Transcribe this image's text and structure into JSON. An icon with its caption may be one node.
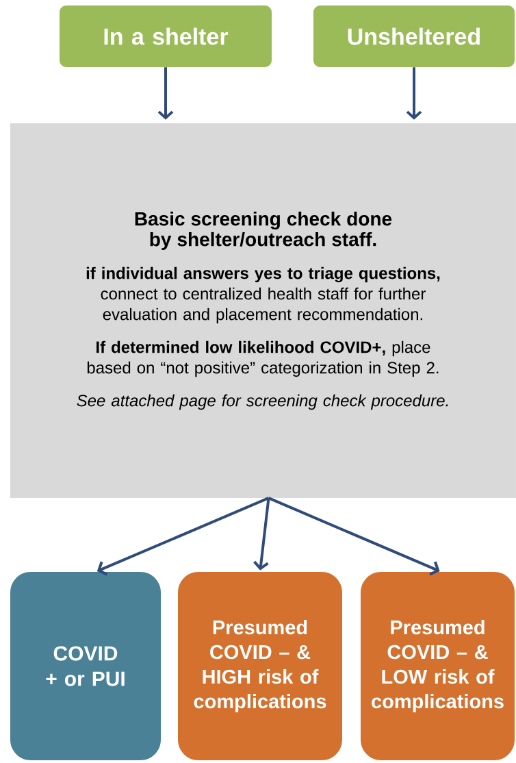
{
  "diagram": {
    "nodes": [
      {
        "text": [
          "In a shelter"
        ]
      },
      {
        "text": [
          "Unsheltered"
        ]
      },
      {
        "text": [
          "Basic screening check done by shelter/outreach staff.",
          "**if individual answers yes to triage questions,** connect to centralized health staff for further evaluation and placement recommendation.",
          "**If determined low likelihood COVID+,** place based on “not positive” categorization in Step 2.",
          "See attached page for screening check procedure."
        ]
      },
      {
        "text": [
          "COVID + or PUI"
        ]
      },
      {
        "text": [
          "Presumed COVID – & HIGH risk of complications"
        ]
      },
      {
        "text": [
          "Presumed COVID – & LOW risk of complications"
        ]
      }
    ],
    "edges": [
      {
        "from": 0,
        "to": 2,
        "arrow": "to"
      },
      {
        "from": 1,
        "to": 2,
        "arrow": "to"
      },
      {
        "from": 2,
        "to": 3,
        "arrow": "to"
      },
      {
        "from": 2,
        "to": 4,
        "arrow": "to"
      },
      {
        "from": 2,
        "to": 5,
        "arrow": "to"
      }
    ]
  }
}
